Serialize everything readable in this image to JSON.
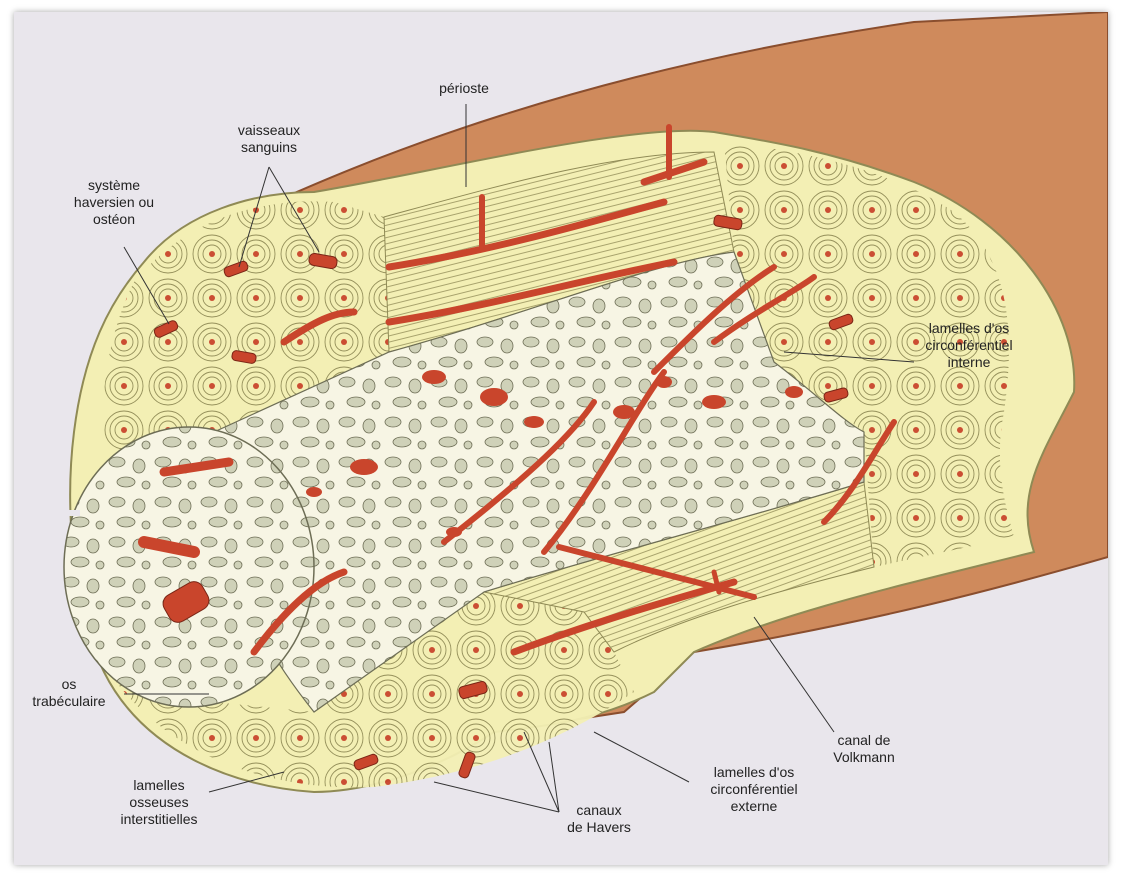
{
  "labels": {
    "periosteum": "périoste",
    "blood_vessels": "vaisseaux\nsanguins",
    "haversian_system": "système\nhaversien ou\nostéon",
    "inner_circumferential": "lamelles d'os\ncirconférentiel\ninterne",
    "trabecular_bone": "os\ntrabéculaire",
    "volkmann_canal": "canal de\nVolkmann",
    "outer_circumferential": "lamelles d'os\ncirconférentiel\nexterne",
    "interstitial_lamellae": "lamelles\nosseuses\ninterstitielles",
    "haversian_canals": "canaux\nde Havers"
  },
  "colors": {
    "background": "#e9e6ec",
    "periosteum": "#cf8a5c",
    "compact_bone": "#f3efb4",
    "spongy_bone": "#f7f5e4",
    "vessel": "#c9452c",
    "trabecula": "#cfd1b8"
  }
}
